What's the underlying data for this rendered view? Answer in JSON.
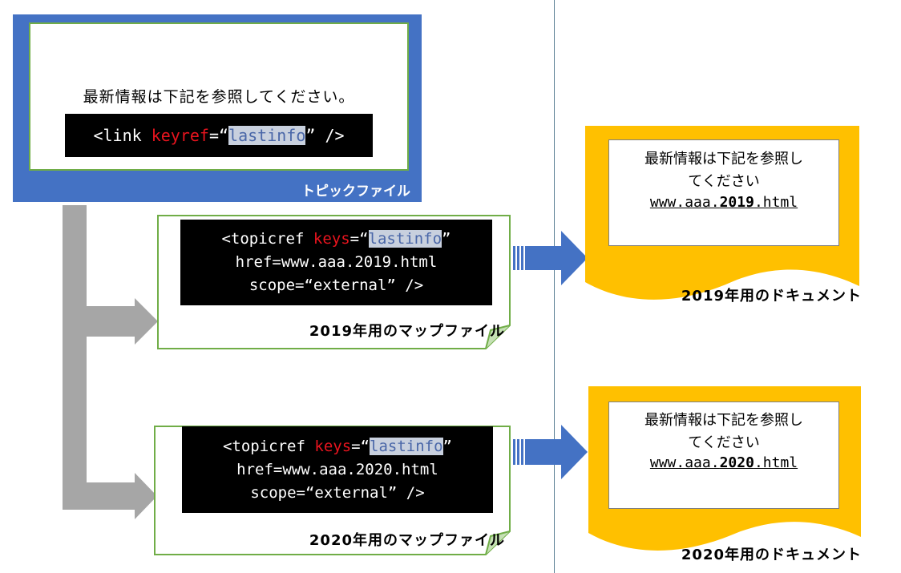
{
  "topic": {
    "text": "最新情報は下記を参照してください。",
    "code_prefix": "<link ",
    "code_attr": "keyref",
    "code_eq": "=“",
    "code_key": "lastinfo",
    "code_suffix": "” />",
    "label": "トピックファイル"
  },
  "maps": [
    {
      "line1_prefix": "<topicref ",
      "line1_attr": "keys",
      "line1_eq": "=“",
      "line1_key": "lastinfo",
      "line1_suffix": "”",
      "line2": "href=www.aaa.2019.html",
      "line3": "scope=“external” />",
      "label": "2019年用のマップファイル"
    },
    {
      "line1_prefix": "<topicref ",
      "line1_attr": "keys",
      "line1_eq": "=“",
      "line1_key": "lastinfo",
      "line1_suffix": "”",
      "line2": "href=www.aaa.2020.html",
      "line3": "scope=“external” />",
      "label": "2020年用のマップファイル"
    }
  ],
  "docs": [
    {
      "text1": "最新情報は下記を参照し",
      "text2": "てください",
      "url_prefix": "www.aaa.",
      "url_year": "2019",
      "url_suffix": ".html",
      "label": "2019年用のドキュメント"
    },
    {
      "text1": "最新情報は下記を参照し",
      "text2": "てください",
      "url_prefix": "www.aaa.",
      "url_year": "2020",
      "url_suffix": ".html",
      "label": "2020年用のドキュメント"
    }
  ],
  "colors": {
    "topic_frame": "#4472c4",
    "topic_inner_border": "#70ad47",
    "map_border": "#70ad47",
    "doc_fill": "#ffc000",
    "arrow_gray": "#a6a6a6",
    "arrow_blue": "#4472c4",
    "divider": "#5b7f95"
  }
}
